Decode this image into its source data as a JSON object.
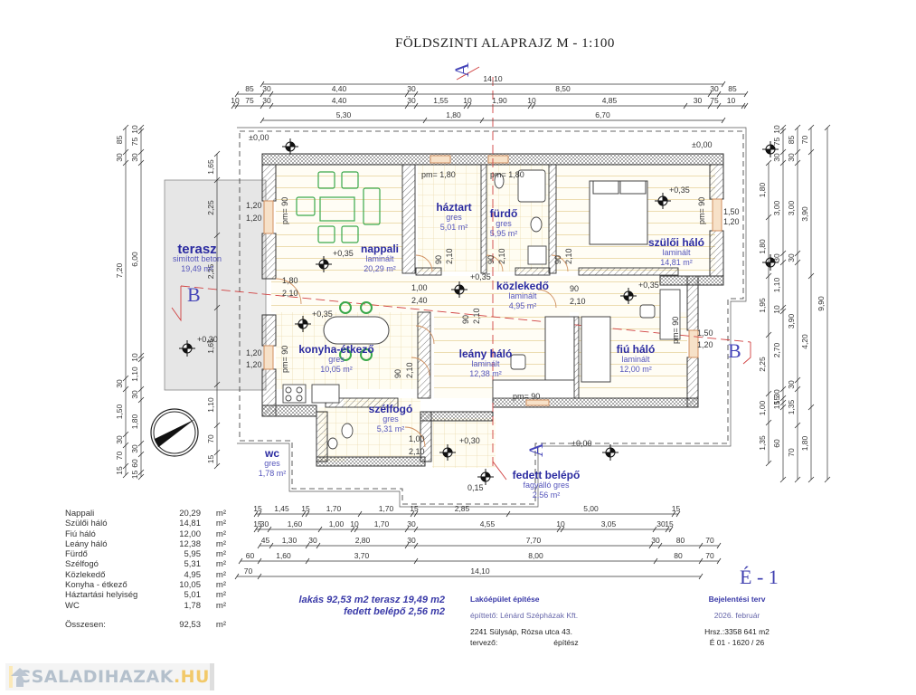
{
  "title": "FÖLDSZINTI ALAPRAJZ    M - 1:100",
  "sheet_id": "É - 1",
  "rooms": [
    {
      "name": "nappali",
      "material": "laminált",
      "area": "20,29 m²"
    },
    {
      "name": "háztart",
      "material": "gres",
      "area": "5,01 m²"
    },
    {
      "name": "fürdő",
      "material": "gres",
      "area": "5,95 m²"
    },
    {
      "name": "szülői háló",
      "material": "laminált",
      "area": "14,81 m²"
    },
    {
      "name": "közlekedő",
      "material": "laminált",
      "area": "4,95 m²"
    },
    {
      "name": "konyha-étkező",
      "material": "gres",
      "area": "10,05 m²"
    },
    {
      "name": "leány háló",
      "material": "laminált",
      "area": "12,38 m²"
    },
    {
      "name": "fiú háló",
      "material": "laminált",
      "area": "12,00 m²"
    },
    {
      "name": "szélfogó",
      "material": "gres",
      "area": "5,31 m²"
    },
    {
      "name": "wc",
      "material": "gres",
      "area": "1,78 m²"
    },
    {
      "name": "fedett belépő",
      "material": "fagyálló gres",
      "area": "2,56 m²"
    },
    {
      "name": "terasz",
      "material": "simított beton",
      "area": "19,49 m²"
    }
  ],
  "levels": {
    "ground": "±0,00",
    "floor": "+0,35",
    "terrace": "+0,30",
    "entry": "+0,30"
  },
  "section_marks": {
    "a": "A",
    "b": "B"
  },
  "dims_top": {
    "overall": "14,10",
    "row1": [
      "85",
      "30",
      "4,40",
      "30",
      "8,50",
      "30",
      "85"
    ],
    "row2": [
      "10",
      "75",
      "30",
      "4,40",
      "30",
      "1,55",
      "10",
      "1,90",
      "10",
      "4,85",
      "30",
      "75",
      "10"
    ],
    "row3": [
      "5,30",
      "1,80",
      "6,70"
    ]
  },
  "dims_bottom": {
    "row1": [
      "15",
      "1,45",
      "15",
      "1,70",
      "1,70",
      "15",
      "2,85",
      "5,00",
      "15"
    ],
    "row2": [
      "15",
      "30",
      "1,60",
      "1,00",
      "10",
      "1,70",
      "30",
      "4,55",
      "10",
      "3,05",
      "30",
      "15"
    ],
    "row3": [
      "45",
      "1,30",
      "30",
      "2,80",
      "30",
      "7,70",
      "30",
      "80",
      "70"
    ],
    "row4": [
      "60",
      "1,60",
      "3,70",
      "8,00",
      "80",
      "70"
    ],
    "row5": [
      "70",
      "14,10"
    ]
  },
  "dims_left": {
    "outer": [
      "85",
      "30",
      "7,20",
      "30",
      "1,50",
      "30",
      "70",
      "15"
    ],
    "inner": [
      "10",
      "75",
      "30",
      "6,00",
      "10",
      "1,10",
      "30",
      "1,80",
      "30",
      "60",
      "15"
    ],
    "terrace": [
      "1,65",
      "2,25",
      "2,25",
      "1,65",
      "1,10",
      "70",
      "15"
    ]
  },
  "dims_right": {
    "a": [
      "1,80",
      "1,80",
      "1,95",
      "2,25",
      "1,00",
      "1,35"
    ],
    "b": [
      "10",
      "75",
      "30",
      "3,00",
      "30",
      "1,10",
      "10",
      "2,70",
      "30",
      "15",
      "15",
      "60"
    ],
    "c": [
      "85",
      "30",
      "3,00",
      "30",
      "3,90",
      "30",
      "1,35",
      "70"
    ],
    "d": [
      "70",
      "3,90",
      "4,20",
      "1,80"
    ],
    "e": [
      "9,90"
    ]
  },
  "openings": {
    "window_w": "1,20",
    "window_h": "1,20",
    "window_w2": "1,50",
    "door_w": "90",
    "door_h": "2,10",
    "sill": "pm= 90",
    "sill_high": "pm= 1,80",
    "entry_door_w": "1,80",
    "entry_door_h": "2,10",
    "kitchen_open_w": "1,00",
    "kitchen_open_h": "2,40",
    "entry_w": "1,00",
    "entry_h": "2,10",
    "step": "0,15"
  },
  "area_table": {
    "rows": [
      {
        "name": "Nappali",
        "value": "20,29",
        "unit": "m²"
      },
      {
        "name": "Szülői háló",
        "value": "14,81",
        "unit": "m²"
      },
      {
        "name": "Fiú háló",
        "value": "12,00",
        "unit": "m²"
      },
      {
        "name": "Leány háló",
        "value": "12,38",
        "unit": "m²"
      },
      {
        "name": "Fürdő",
        "value": "5,95",
        "unit": "m²"
      },
      {
        "name": "Szélfogó",
        "value": "5,31",
        "unit": "m²"
      },
      {
        "name": "Közlekedő",
        "value": "4,95",
        "unit": "m²"
      },
      {
        "name": "Konyha - étkező",
        "value": "10,05",
        "unit": "m²"
      },
      {
        "name": "Háztartási helyiség",
        "value": "5,01",
        "unit": "m²"
      },
      {
        "name": "WC",
        "value": "1,78",
        "unit": "m²"
      }
    ],
    "total": {
      "name": "Összesen:",
      "value": "92,53",
      "unit": "m²"
    }
  },
  "summary": {
    "line1": "lakás  92,53 m2  terasz 19,49 m2",
    "line2": "fedett belépő 2,56 m2"
  },
  "project": {
    "title": "Lakóépület építése",
    "client": "építtető: Lénárd Szépházak Kft.",
    "address": "2241 Sülysáp, Rózsa utca 43.",
    "designer_label": "tervező:",
    "designer_role": "építész"
  },
  "permit": {
    "type": "Bejelentési terv",
    "date": "2026. február",
    "parcel": "Hrsz.:3358    641 m2",
    "number": "É 01 - 1620 / 26"
  },
  "logo": {
    "brand": "CSALADIHAZAK",
    "tld": ".HU"
  },
  "colors": {
    "room_text": "#2a2aa0",
    "room_sub": "#5555bb",
    "section_line": "#d04040",
    "furniture": "#3aa84a",
    "floor_lines": "#e8d8a8",
    "wall_hatch": "#444444",
    "terrace_fill": "#e6e6e6"
  }
}
